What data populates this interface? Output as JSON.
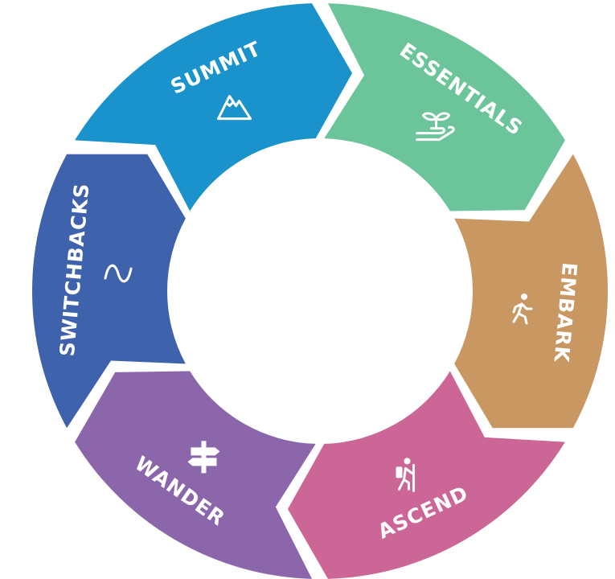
{
  "title_hidden": null,
  "segments": [
    {
      "label": "ESSENTIALS",
      "color": "#6cc59a",
      "icon": "sprout-in-hand-icon"
    },
    {
      "label": "EMBARK",
      "color": "#c99762",
      "icon": "walking-person-icon"
    },
    {
      "label": "ASCEND",
      "color": "#cc6697",
      "icon": "hiker-icon"
    },
    {
      "label": "WANDER",
      "color": "#8c66ab",
      "icon": "signpost-icon"
    },
    {
      "label": "SWITCHBACKS",
      "color": "#3f62ad",
      "icon": "wave-icon"
    },
    {
      "label": "SUMMIT",
      "color": "#1a93cc",
      "icon": "mountain-icon"
    }
  ]
}
